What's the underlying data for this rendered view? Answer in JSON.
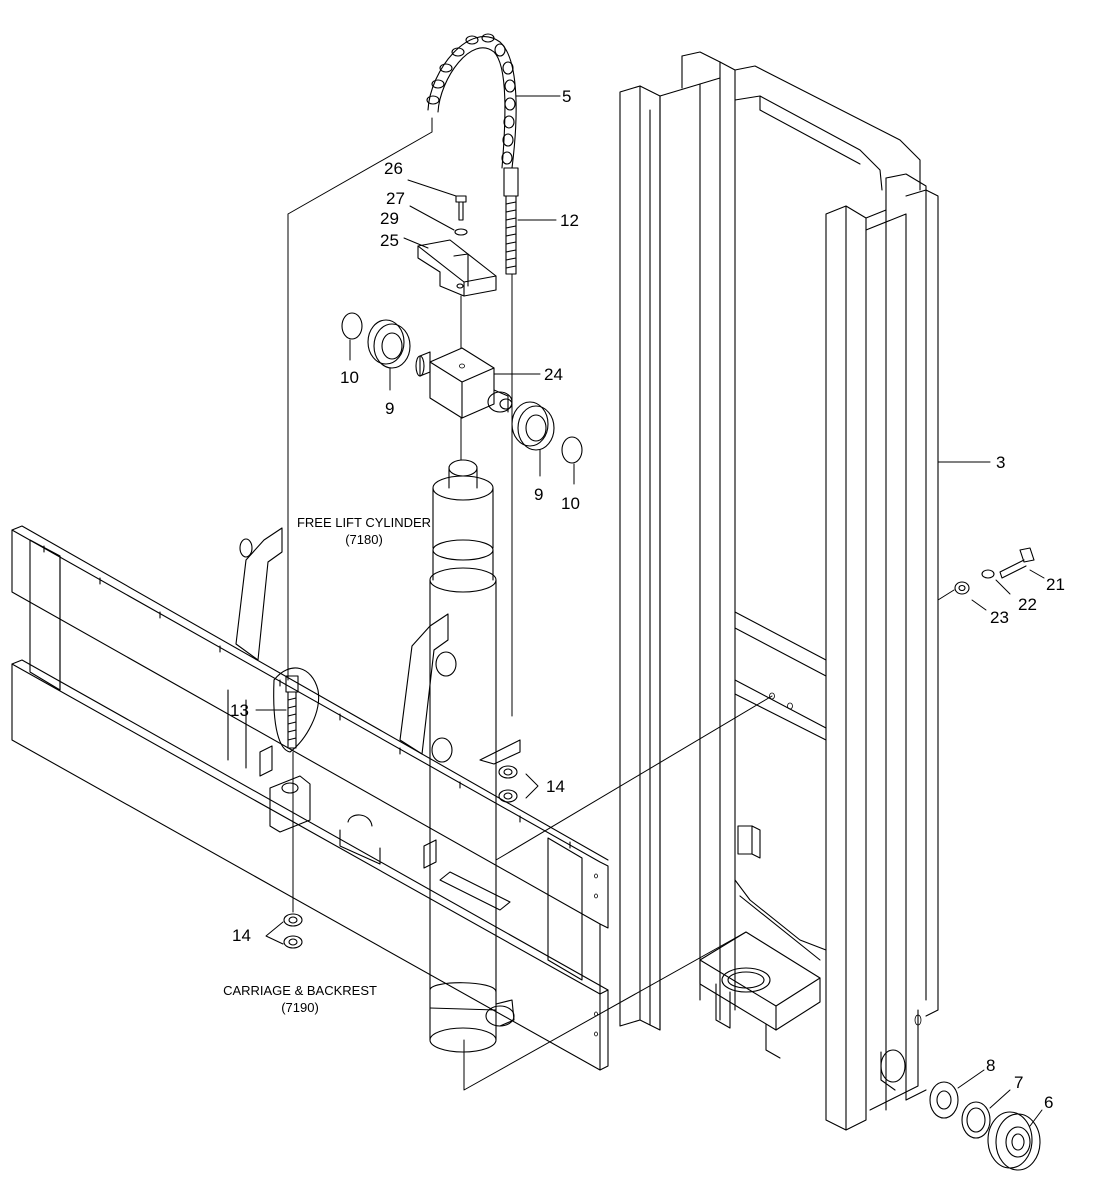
{
  "callouts": {
    "c5": "5",
    "c26": "26",
    "c27": "27",
    "c29": "29",
    "c25": "25",
    "c12": "12",
    "c10a": "10",
    "c9a": "9",
    "c24": "24",
    "c9b": "9",
    "c10b": "10",
    "c3": "3",
    "c21": "21",
    "c22": "22",
    "c23": "23",
    "c13": "13",
    "c14a": "14",
    "c14b": "14",
    "c8": "8",
    "c7": "7",
    "c6": "6"
  },
  "assemblies": {
    "free_lift_cylinder": {
      "name": "FREE LIFT CYLINDER",
      "code": "(7180)"
    },
    "carriage_backrest": {
      "name": "CARRIAGE & BACKREST",
      "code": "(7190)"
    }
  }
}
